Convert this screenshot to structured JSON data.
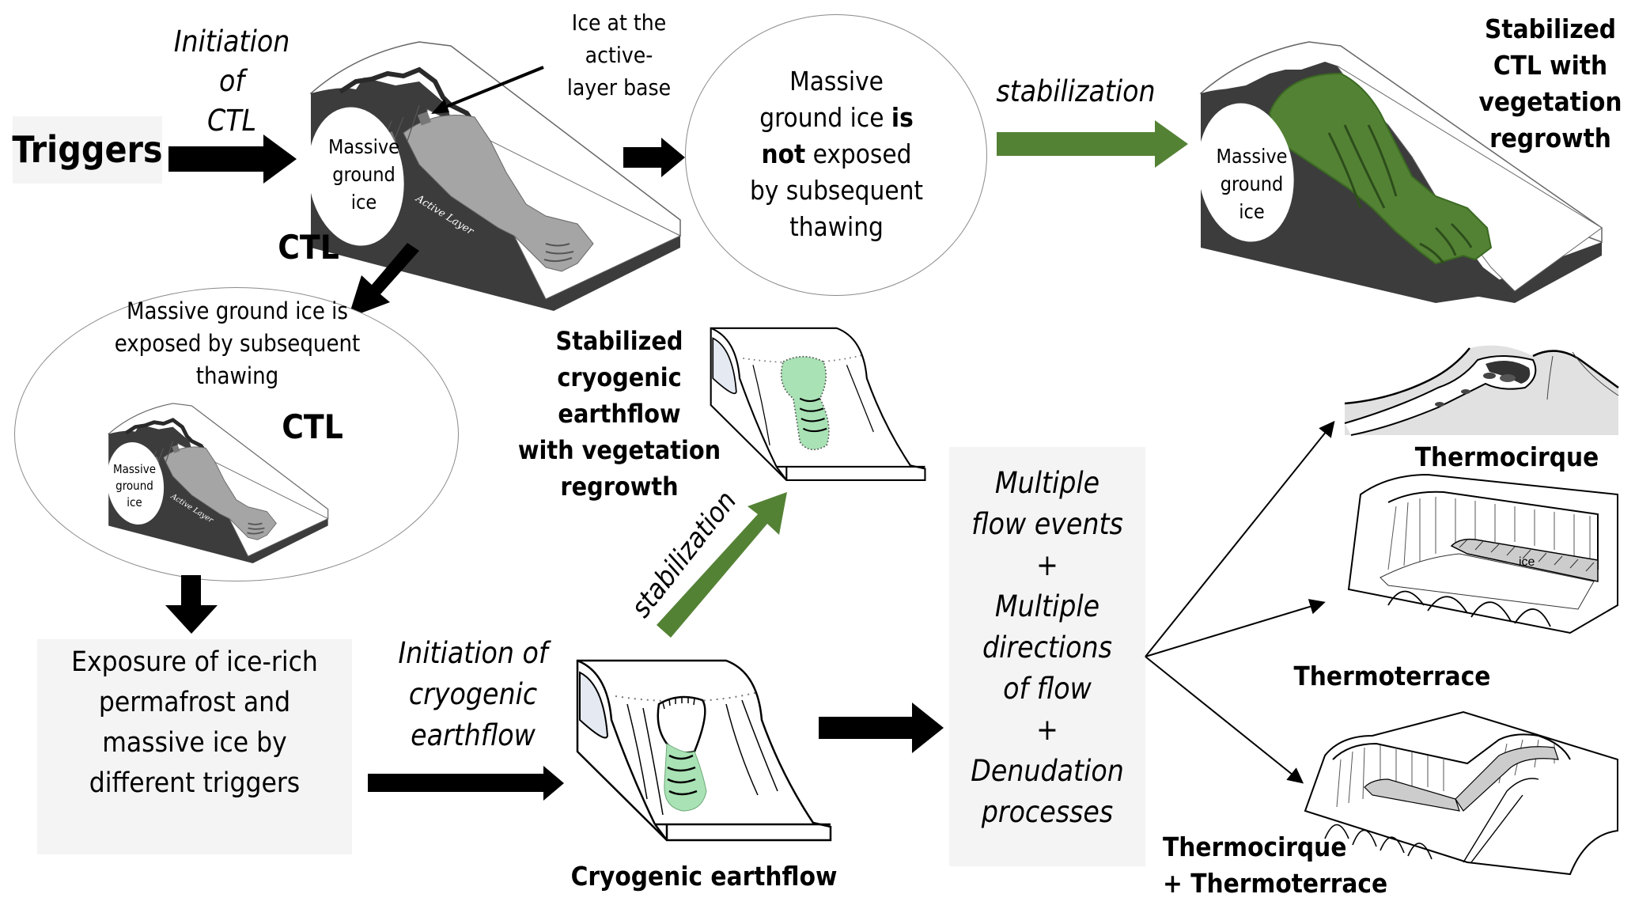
{
  "colors": {
    "green_arrow": "#548235",
    "light_green": "#a9e2b5",
    "dark_green": "#4f9a2c",
    "block_dark": "#3f3f3f",
    "box_gray": "#f4f4f4",
    "ice_blue": "#e4e9f2"
  },
  "triggers": {
    "label": "Triggers"
  },
  "initiation_ctl": {
    "lines": [
      "Initiation",
      "of",
      "CTL"
    ]
  },
  "ice_callout": {
    "lines": [
      "Ice at the",
      "active-",
      "layer base"
    ]
  },
  "block_ctl": {
    "ice_lines": [
      "Massive",
      "ground",
      "ice"
    ],
    "active_layer": "Active Layer",
    "label": "CTL"
  },
  "circle_not_exposed": {
    "line1": "Massive",
    "line2_pre": "ground ice ",
    "line2_bold": "is",
    "line3_bold": "not",
    "line3_post": " exposed",
    "line4": "by subsequent",
    "line5": "thawing"
  },
  "stabilization_top": {
    "label": "stabilization"
  },
  "block_stabilized": {
    "ice_lines": [
      "Massive",
      "ground",
      "ice"
    ]
  },
  "stabilized_ctl": {
    "lines": [
      "Stabilized",
      "CTL with",
      "vegetation",
      "regrowth"
    ]
  },
  "circle_exposed": {
    "lines": [
      "Massive ground ice is",
      "exposed by subsequent",
      "thawing"
    ],
    "ctl_label": "CTL",
    "ice_lines": [
      "Massive",
      "ground",
      "ice"
    ],
    "active_layer": "Active Layer"
  },
  "exposure_box": {
    "lines": [
      "Exposure of ice-rich",
      "permafrost and",
      "massive ice by",
      "different triggers"
    ]
  },
  "initiation_earthflow": {
    "lines": [
      "Initiation of",
      "cryogenic",
      "earthflow"
    ]
  },
  "cryogenic_earthflow": {
    "label": "Cryogenic earthflow"
  },
  "stabilization_diag": {
    "label": "stabilization"
  },
  "stabilized_earthflow": {
    "lines": [
      "Stabilized",
      "cryogenic",
      "earthflow",
      "with vegetation",
      "regrowth"
    ]
  },
  "multiple_box": {
    "lines": [
      "Multiple",
      "flow events",
      "+",
      "Multiple",
      "directions",
      "of flow",
      "+",
      "Denudation",
      "processes"
    ]
  },
  "outcomes": {
    "thermocirque": "Thermocirque",
    "thermoterrace": "Thermoterrace",
    "ice_label": "ice",
    "combined_line1": "Thermocirque",
    "combined_line2": "+ Thermoterrace"
  }
}
